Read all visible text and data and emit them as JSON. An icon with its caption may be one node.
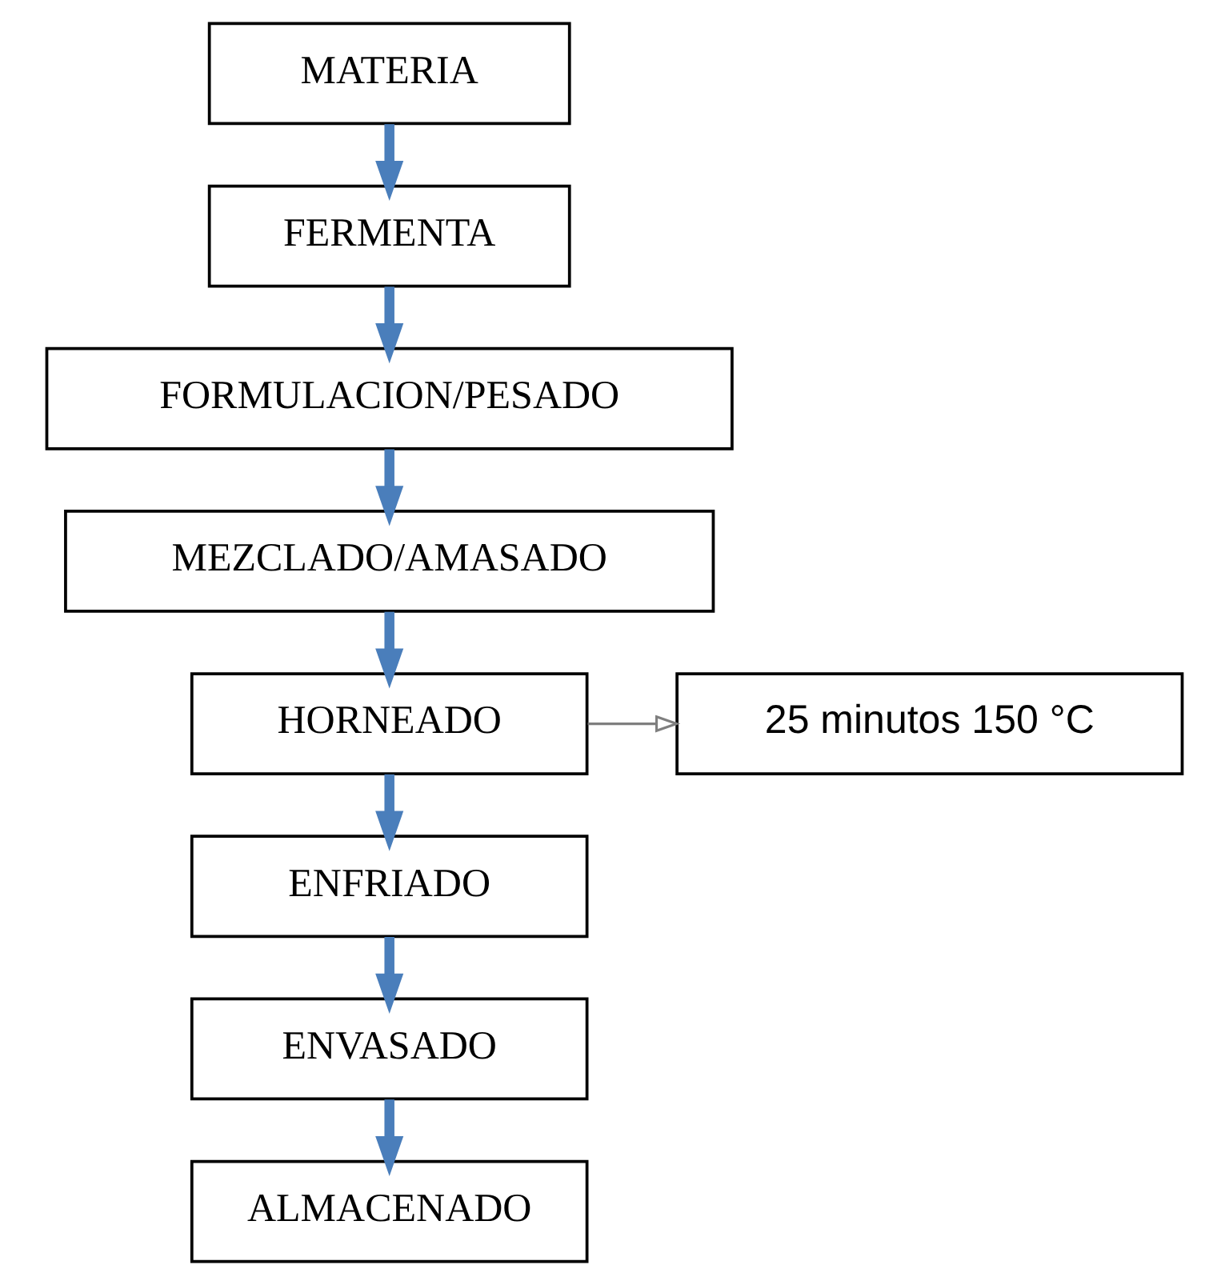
{
  "diagram": {
    "nodes": [
      {
        "text": [
          "MATERIA"
        ]
      },
      {
        "text": [
          "FERMENTA"
        ]
      },
      {
        "text": [
          "FORMULACION/PESADO"
        ]
      },
      {
        "text": [
          "MEZCLADO/AMASADO"
        ]
      },
      {
        "text": [
          "HORNEADO"
        ]
      },
      {
        "text": [
          "25 minutos 150 °C"
        ]
      },
      {
        "text": [
          "ENFRIADO"
        ]
      },
      {
        "text": [
          "ENVASADO"
        ]
      },
      {
        "text": [
          "ALMACENADO"
        ]
      }
    ],
    "edges": [
      {
        "from": 0,
        "to": 1,
        "arrow": "to"
      },
      {
        "from": 1,
        "to": 2,
        "arrow": "to"
      },
      {
        "from": 2,
        "to": 3,
        "arrow": "to"
      },
      {
        "from": 3,
        "to": 4,
        "arrow": "to"
      },
      {
        "from": 4,
        "to": 5,
        "arrow": "to",
        "color": "#7f7f7f"
      },
      {
        "from": 4,
        "to": 6,
        "arrow": "to"
      },
      {
        "from": 6,
        "to": 7,
        "arrow": "to"
      },
      {
        "from": 7,
        "to": 8,
        "arrow": "to"
      }
    ]
  }
}
